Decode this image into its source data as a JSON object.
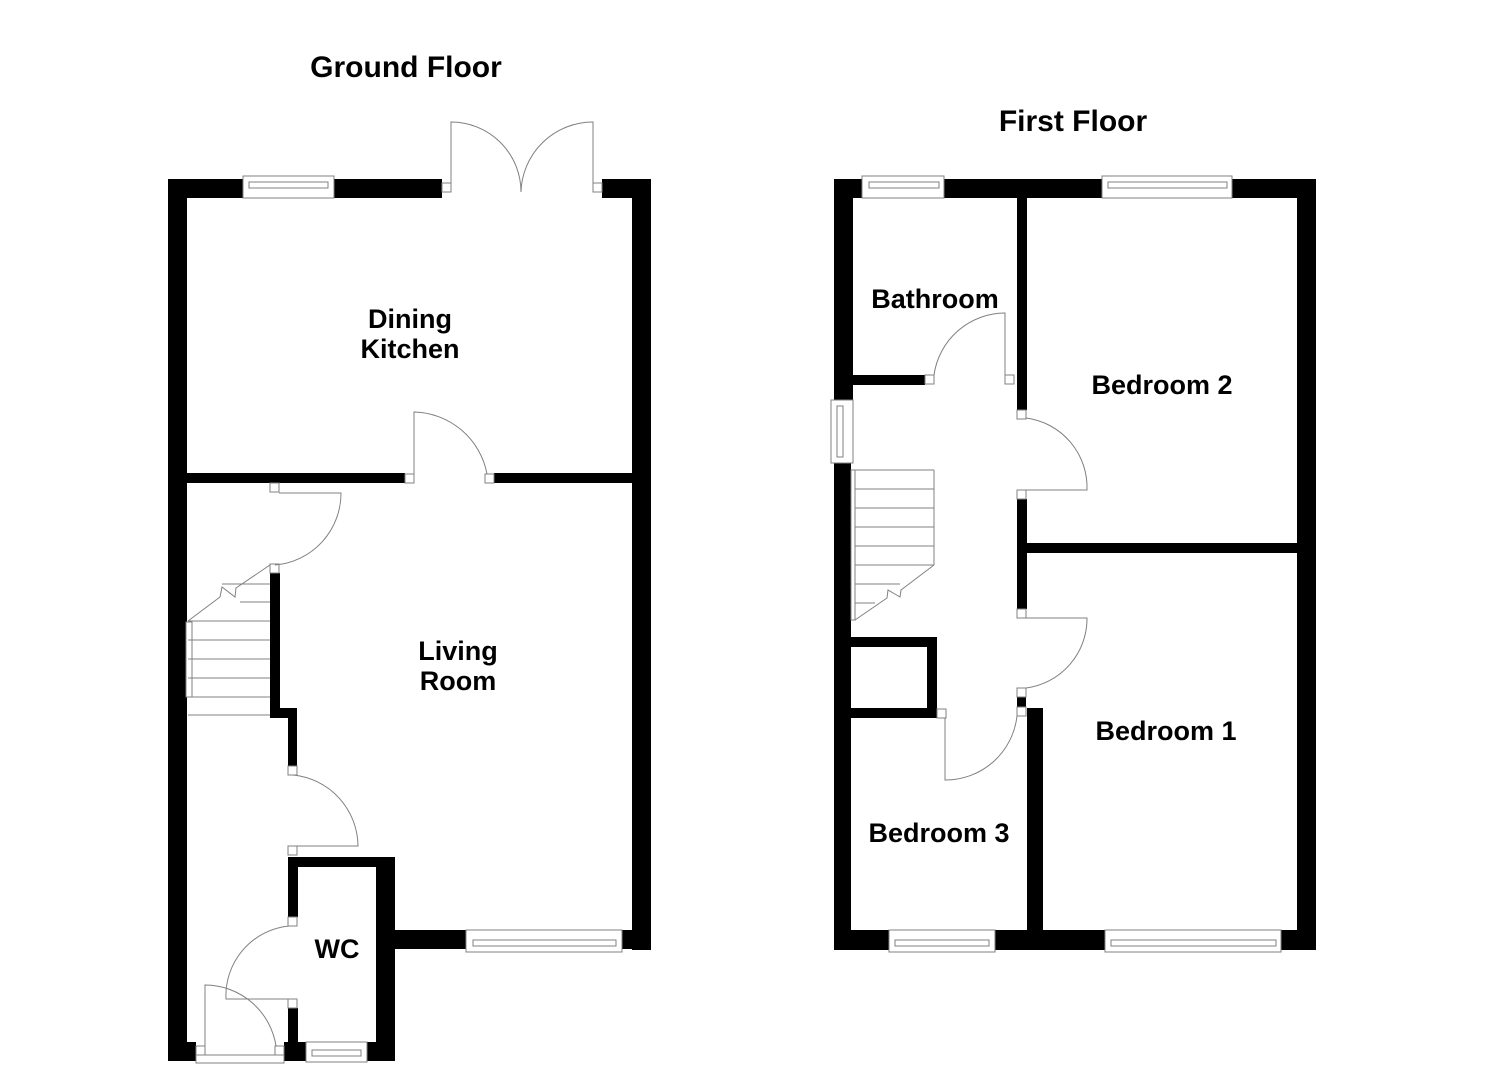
{
  "ground_floor": {
    "title": "Ground Floor",
    "rooms": {
      "dining_kitchen": {
        "line1": "Dining",
        "line2": "Kitchen"
      },
      "living_room": {
        "line1": "Living",
        "line2": "Room"
      },
      "wc": "WC"
    }
  },
  "first_floor": {
    "title": "First Floor",
    "rooms": {
      "bathroom": "Bathroom",
      "bedroom_1": "Bedroom 1",
      "bedroom_2": "Bedroom 2",
      "bedroom_3": "Bedroom 3"
    }
  },
  "colors": {
    "wall": "#000000",
    "fixture_line": "#808080",
    "background": "#ffffff"
  }
}
